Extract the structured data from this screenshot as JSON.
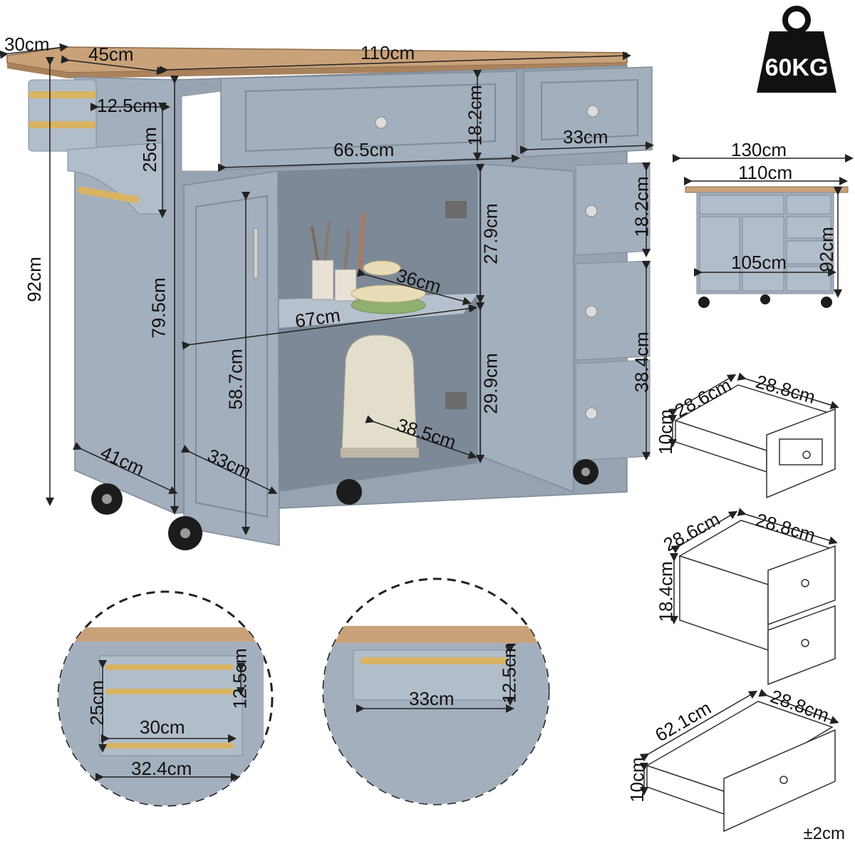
{
  "weight": {
    "capacity": "60KG"
  },
  "main": {
    "top_side_depth": "30cm",
    "top_depth": "45cm",
    "top_width": "110cm",
    "rack_spacing": "12.5cm",
    "rack_height": "25cm",
    "total_height": "92cm",
    "cabinet_height": "79.5cm",
    "side_depth": "41cm",
    "door_height": "58.7cm",
    "door_width": "33cm",
    "big_drawer_width": "66.5cm",
    "big_drawer_height": "18.2cm",
    "small_drawer_width": "33cm",
    "right_drawer_height": "18.2cm",
    "right_drawer2_height": "38.4cm",
    "upper_compartment_height": "27.9cm",
    "lower_compartment_height": "29.9cm",
    "shelf_depth": "36cm",
    "shelf_width": "67cm",
    "lower_depth": "38.5cm"
  },
  "front": {
    "overall_width": "130cm",
    "top_width": "110cm",
    "body_width": "105cm",
    "height": "92cm"
  },
  "drawer_small": {
    "width": "28.6cm",
    "depth": "28.8cm",
    "height": "10cm"
  },
  "drawer_tall": {
    "width": "28.6cm",
    "depth": "28.8cm",
    "height": "18.4cm"
  },
  "drawer_wide": {
    "width": "62.1cm",
    "depth": "28.8cm",
    "height": "10cm"
  },
  "detail_left": {
    "rail_spacing": "12.5cm",
    "rack_height": "25cm",
    "rail_length": "30cm",
    "rack_width": "32.4cm"
  },
  "detail_right": {
    "bar_length": "33cm",
    "bar_height": "12.5cm"
  },
  "tolerance": "±2cm",
  "colors": {
    "cabinet": "#a3afbd",
    "cabinet_dark": "#8794a3",
    "wood": "#c9a27a",
    "gold": "#d8b462",
    "wheel": "#1c1c1c"
  }
}
